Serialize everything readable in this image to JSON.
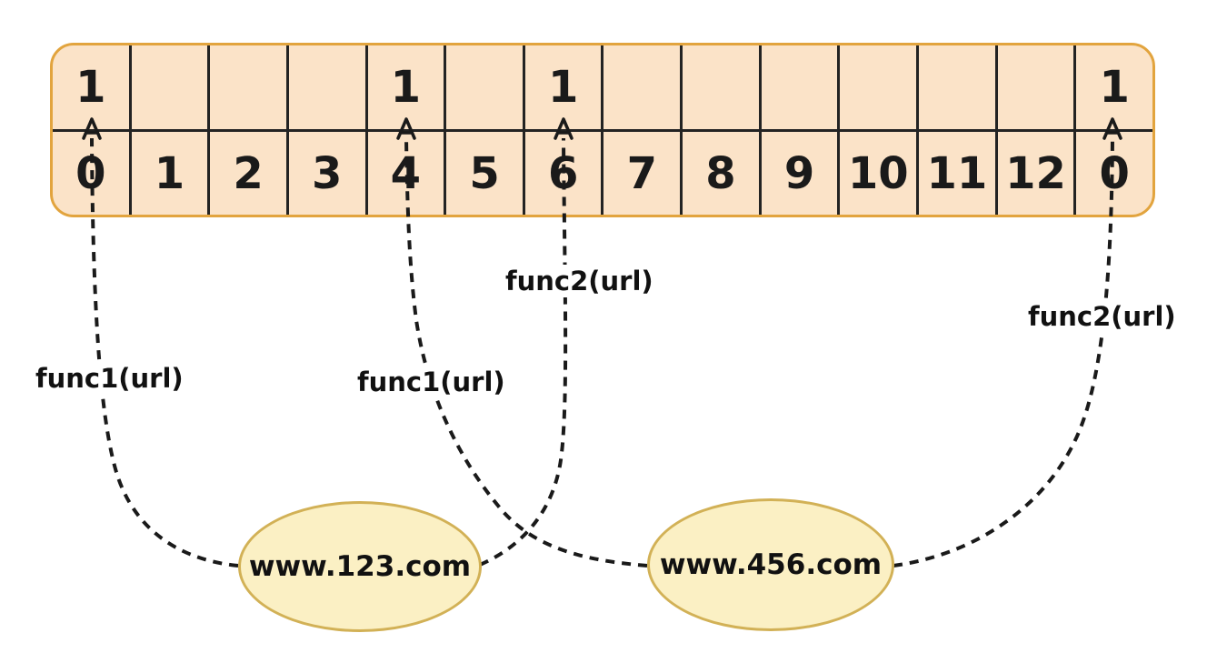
{
  "diagram_type": "bloom-filter-hash-mapping",
  "colors": {
    "array_fill": "#FBE3C8",
    "array_border": "#E2A43E",
    "grid_line": "#232323",
    "ellipse_fill": "#FBF0C4",
    "ellipse_border": "#D2B156",
    "line_and_text": "#1a1a1a",
    "background": "#ffffff"
  },
  "bit_array": {
    "cells": [
      {
        "bit": "1",
        "index": "0"
      },
      {
        "bit": "",
        "index": "1"
      },
      {
        "bit": "",
        "index": "2"
      },
      {
        "bit": "",
        "index": "3"
      },
      {
        "bit": "1",
        "index": "4"
      },
      {
        "bit": "",
        "index": "5"
      },
      {
        "bit": "1",
        "index": "6"
      },
      {
        "bit": "",
        "index": "7"
      },
      {
        "bit": "",
        "index": "8"
      },
      {
        "bit": "",
        "index": "9"
      },
      {
        "bit": "",
        "index": "10"
      },
      {
        "bit": "",
        "index": "11"
      },
      {
        "bit": "",
        "index": "12"
      },
      {
        "bit": "1",
        "index": "0"
      }
    ]
  },
  "hash_labels": {
    "func1_left": "func1(url)",
    "func1_mid": "func1(url)",
    "func2_mid": "func2(url)",
    "func2_right": "func2(url)"
  },
  "urls": {
    "url1": "www.123.com",
    "url2": "www.456.com"
  },
  "connections": [
    {
      "from": "www.123.com",
      "via": "func1(url)",
      "to_index": "0"
    },
    {
      "from": "www.123.com",
      "via": "func2(url)",
      "to_index": "6"
    },
    {
      "from": "www.456.com",
      "via": "func1(url)",
      "to_index": "4"
    },
    {
      "from": "www.456.com",
      "via": "func2(url)",
      "to_index": "0 (last)"
    }
  ]
}
